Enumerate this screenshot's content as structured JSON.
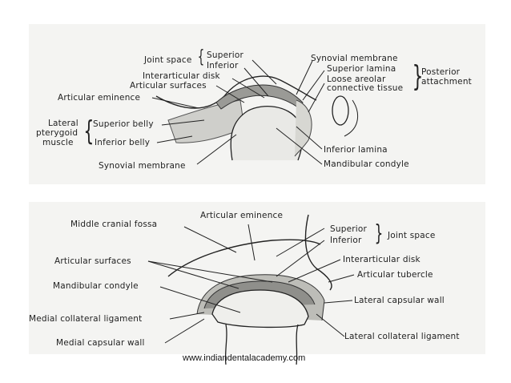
{
  "top": {
    "joint_space": "Joint space",
    "superior": "Superior",
    "inferior": "Inferior",
    "interarticular_disk": "Interarticular disk",
    "articular_surfaces": "Articular surfaces",
    "articular_eminence": "Articular eminence",
    "lateral_pterygoid_1": "Lateral",
    "lateral_pterygoid_2": "pterygoid",
    "lateral_pterygoid_3": "muscle",
    "superior_belly": "Superior belly",
    "inferior_belly": "Inferior belly",
    "synovial_membrane_left": "Synovial membrane",
    "synovial_membrane_right": "Synovial membrane",
    "superior_lamina": "Superior lamina",
    "loose_areolar_1": "Loose areolar",
    "loose_areolar_2": "connective tissue",
    "posterior_attachment_1": "Posterior",
    "posterior_attachment_2": "attachment",
    "inferior_lamina": "Inferior lamina",
    "mandibular_condyle": "Mandibular condyle"
  },
  "bottom": {
    "articular_eminence": "Articular eminence",
    "middle_cranial_fossa": "Middle cranial fossa",
    "superior": "Superior",
    "inferior": "Inferior",
    "joint_space": "Joint space",
    "articular_surfaces": "Articular surfaces",
    "interarticular_disk": "Interarticular disk",
    "articular_tubercle": "Articular tubercle",
    "mandibular_condyle": "Mandibular condyle",
    "lateral_capsular_wall": "Lateral capsular wall",
    "medial_collateral_ligament": "Medial collateral ligament",
    "medial_capsular_wall": "Medial capsular wall",
    "lateral_collateral_ligament": "Lateral collateral ligament"
  },
  "credit": "www.indiandentalacademy.com"
}
